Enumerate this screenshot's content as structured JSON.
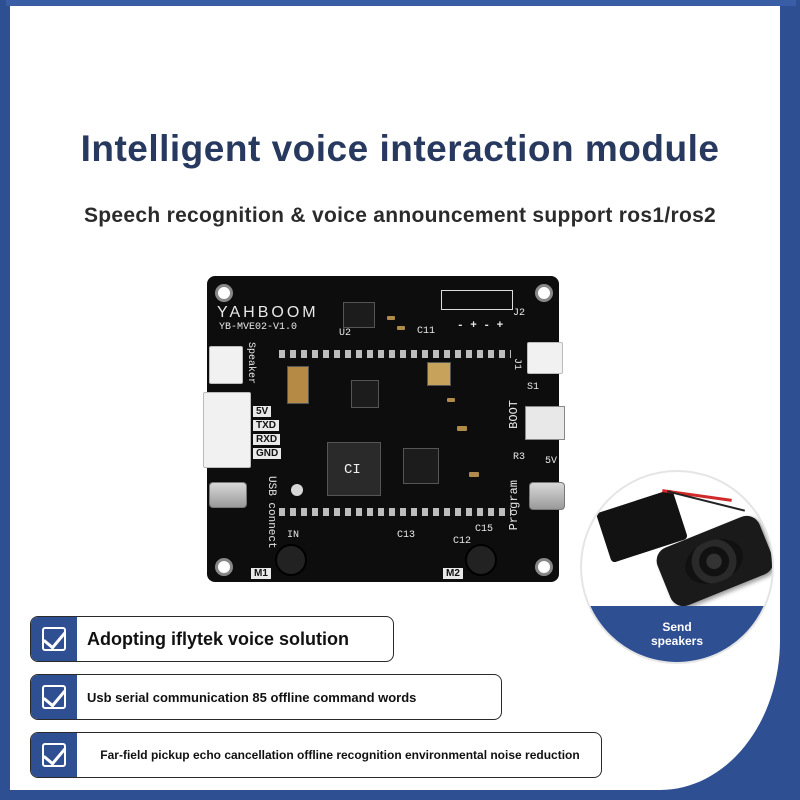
{
  "headline": {
    "title": "Intelligent voice interaction module",
    "subtitle": "Speech recognition & voice announcement support ros1/ros2"
  },
  "board": {
    "brand": "YAHBOOM",
    "model": "YB-MVE02-V1.0",
    "labels": {
      "speaker": "Speaker",
      "usb_connect": "USB connect",
      "boot": "BOOT",
      "program": "Program",
      "m1": "M1",
      "m2": "M2",
      "j2": "J2",
      "j1": "J1",
      "s1": "S1",
      "u2": "U2",
      "r3": "R3",
      "c11": "C11",
      "c12": "C12",
      "c13": "C13",
      "c15": "C15",
      "pin_5v": "5V",
      "pin_txd": "TXD",
      "pin_rxd": "RXD",
      "pin_gnd": "GND",
      "chip_brand": "CI",
      "pin_in": "IN",
      "j2_polarity": "- + - +"
    }
  },
  "speaker_photo": {
    "caption_line1": "Send",
    "caption_line2": "speakers"
  },
  "features": [
    {
      "label": "Adopting iflytek voice solution",
      "icon": "checkbox-icon"
    },
    {
      "label": "Usb serial communication 85 offline command words",
      "icon": "checkbox-icon"
    },
    {
      "label": "Far-field pickup echo cancellation offline recognition environmental noise reduction",
      "icon": "checkbox-icon"
    }
  ],
  "colors": {
    "accent_blue": "#2f4f93",
    "title_navy": "#27395f",
    "board_black": "#0d0d0d"
  }
}
